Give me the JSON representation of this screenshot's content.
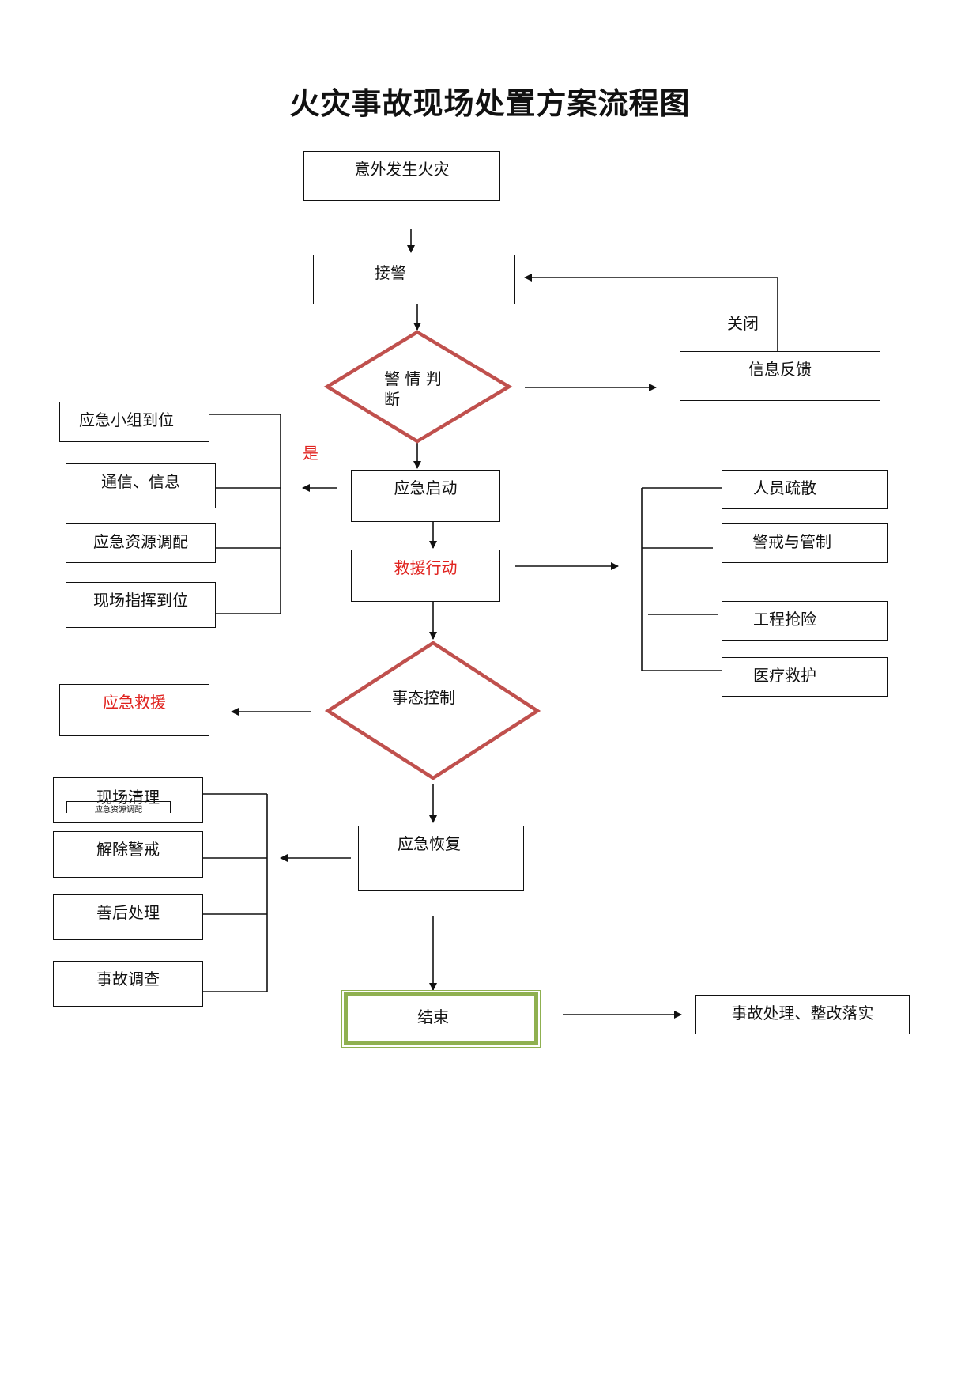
{
  "title": "火灾事故现场处置方案流程图",
  "nodes": {
    "fire_occurs": "意外发生火灾",
    "receive_alarm": "接警",
    "alarm_judgment_line1": "警 情 判",
    "alarm_judgment_line2": "断",
    "info_feedback": "信息反馈",
    "close": "关闭",
    "yes": "是",
    "emergency_start": "应急启动",
    "rescue_action": "救援行动",
    "situation_control": "事态控制",
    "emergency_rescue": "应急救援",
    "emergency_recovery": "应急恢复",
    "end": "结束",
    "accident_handling": "事故处理、整改落实"
  },
  "left_group_1": [
    "应急小组到位",
    "通信、信息",
    "应急资源调配",
    "现场指挥到位"
  ],
  "right_group": [
    "人员疏散",
    "警戒与管制",
    "工程抢险",
    "医疗救护"
  ],
  "left_group_2": [
    "现场清理",
    "解除警戒",
    "善后处理",
    "事故调查"
  ],
  "overlap_fragment": "应急资源调配",
  "colors": {
    "diamond_stroke": "#c0504d",
    "end_border": "#8fb050",
    "red_text": "#e0231f",
    "line": "#111111"
  }
}
